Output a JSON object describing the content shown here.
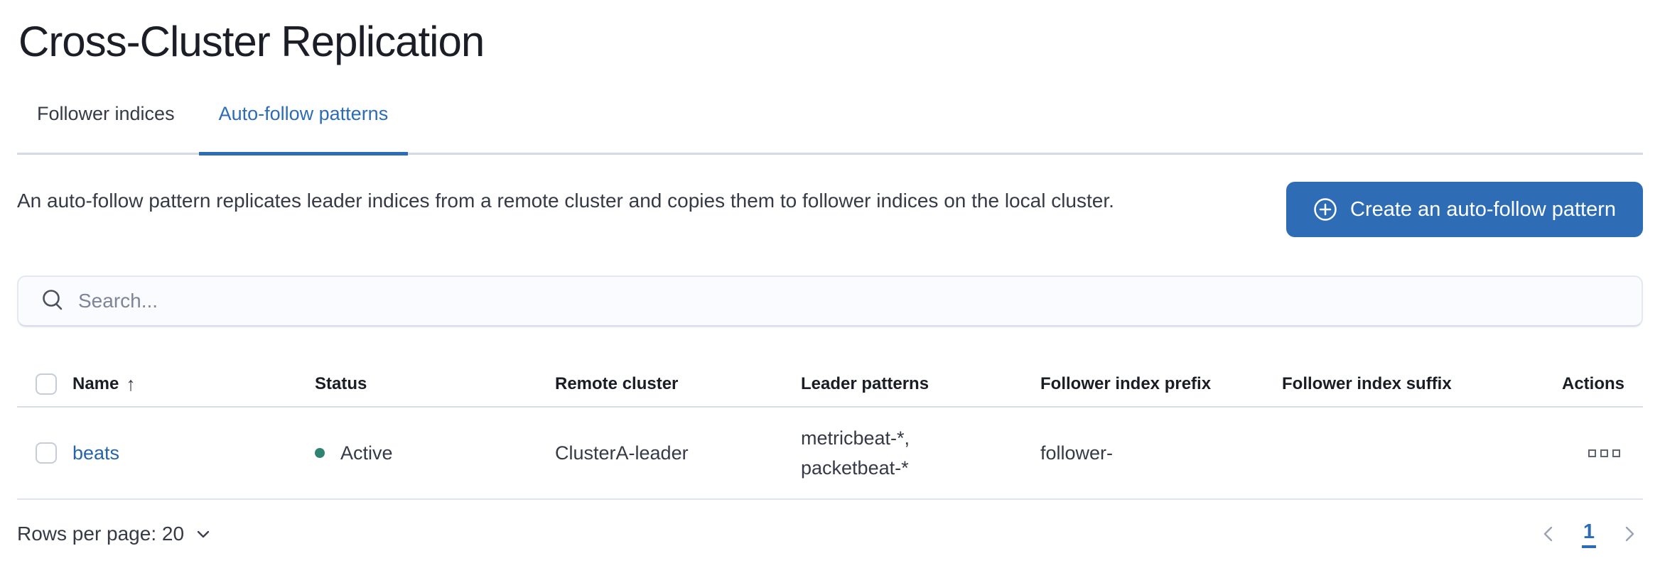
{
  "page": {
    "title": "Cross-Cluster Replication"
  },
  "tabs": {
    "follower_indices": {
      "label": "Follower indices",
      "active": false
    },
    "auto_follow_patterns": {
      "label": "Auto-follow patterns",
      "active": true
    }
  },
  "description": "An auto-follow pattern replicates leader indices from a remote cluster and copies them to follower indices on the local cluster.",
  "toolbar": {
    "create_button_label": "Create an auto-follow pattern",
    "create_button_icon": "plus-in-circle-icon"
  },
  "search": {
    "placeholder": "Search...",
    "value": "",
    "icon": "search-icon"
  },
  "table": {
    "columns": [
      "Name",
      "Status",
      "Remote cluster",
      "Leader patterns",
      "Follower index prefix",
      "Follower index suffix",
      "Actions"
    ],
    "sort": {
      "column": "Name",
      "direction": "ascending",
      "icon": "arrow-up-icon"
    },
    "rows": [
      {
        "name": "beats",
        "status": "Active",
        "remote_cluster": "ClusterA-leader",
        "leader_patterns": [
          "metricbeat-*,",
          "packetbeat-*"
        ],
        "follower_index_prefix": "follower-",
        "follower_index_suffix": "",
        "actions_icon": "boxes-horizontal-icon"
      }
    ]
  },
  "footer": {
    "rows_per_page": "Rows per page: 20",
    "pagination": {
      "active_page": "1"
    }
  },
  "colors": {
    "primary": "#2e6db6",
    "link": "#2564ad",
    "active_tab": "#2c6cb7",
    "status_active_dot": "#2e8372",
    "border_light": "#d3dae6",
    "text": "#353a46"
  }
}
